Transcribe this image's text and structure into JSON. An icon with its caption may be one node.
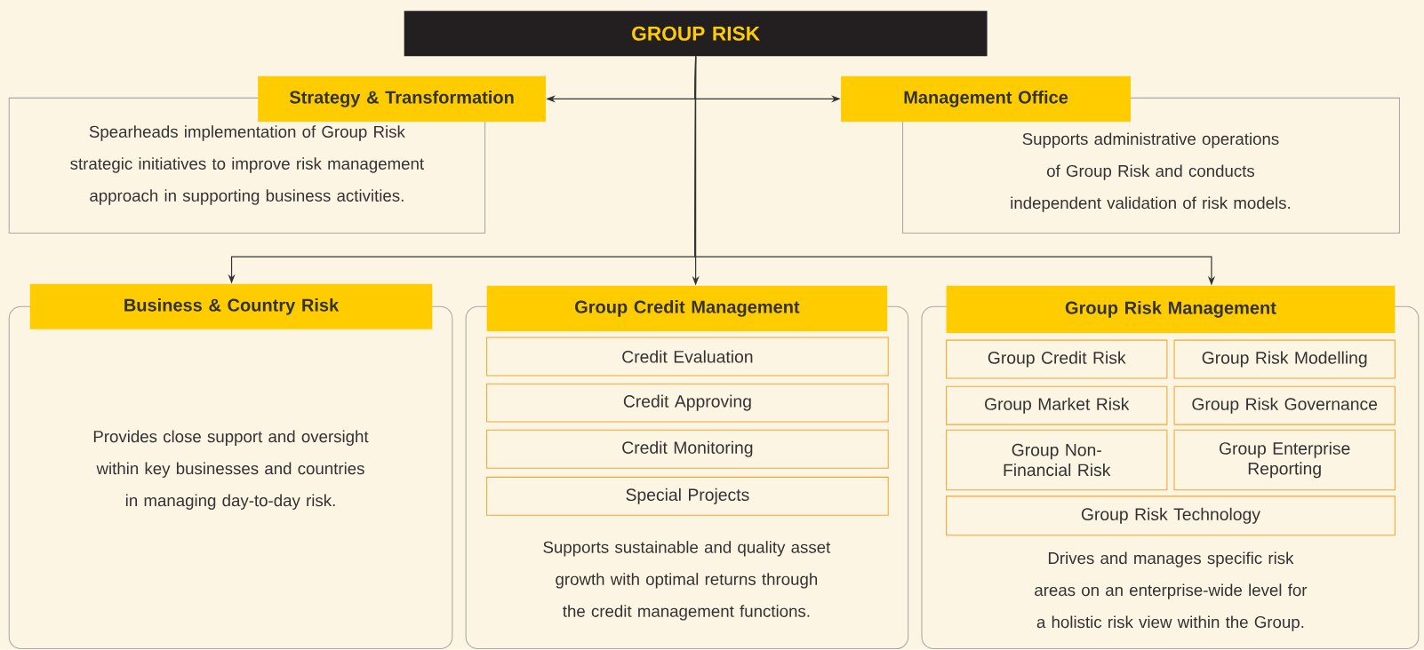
{
  "diagram": {
    "nodes": [
      {
        "text": [
          "GROUP RISK"
        ]
      },
      {
        "text": [
          "Strategy & Transformation",
          "Spearheads implementation of Group Risk strategic initiatives to improve risk management approach in supporting business activities."
        ]
      },
      {
        "text": [
          "Management Office",
          "Supports administrative operations of Group Risk and conducts independent validation of risk models."
        ]
      },
      {
        "text": [
          "Business & Country Risk",
          "Provides close support and oversight within key businesses and countries in managing day-to-day risk."
        ]
      },
      {
        "text": [
          "Group Credit Management",
          "Supports sustainable and quality asset growth with optimal returns through the credit management functions."
        ]
      },
      {
        "text": [
          "Credit Evaluation"
        ],
        "in": 4
      },
      {
        "text": [
          "Credit Approving"
        ],
        "in": 4
      },
      {
        "text": [
          "Credit Monitoring"
        ],
        "in": 4
      },
      {
        "text": [
          "Special Projects"
        ],
        "in": 4
      },
      {
        "text": [
          "Group Risk Management",
          "Drives and manages specific risk areas on an enterprise-wide level for a holistic risk view within the Group."
        ]
      },
      {
        "text": [
          "Group Credit Risk"
        ],
        "in": 9
      },
      {
        "text": [
          "Group Risk Modelling"
        ],
        "in": 9
      },
      {
        "text": [
          "Group Market Risk"
        ],
        "in": 9
      },
      {
        "text": [
          "Group Risk Governance"
        ],
        "in": 9
      },
      {
        "text": [
          "Group Non-Financial Risk"
        ],
        "in": 9
      },
      {
        "text": [
          "Group Enterprise Reporting"
        ],
        "in": 9
      },
      {
        "text": [
          "Group Risk Technology"
        ],
        "in": 9
      }
    ],
    "edges": [
      {
        "from": 0,
        "to": 1,
        "arrow": "to"
      },
      {
        "from": 0,
        "to": 2,
        "arrow": "to"
      },
      {
        "from": 0,
        "to": 3,
        "arrow": "to"
      },
      {
        "from": 0,
        "to": 4,
        "arrow": "to"
      },
      {
        "from": 0,
        "to": 9,
        "arrow": "to"
      }
    ]
  }
}
